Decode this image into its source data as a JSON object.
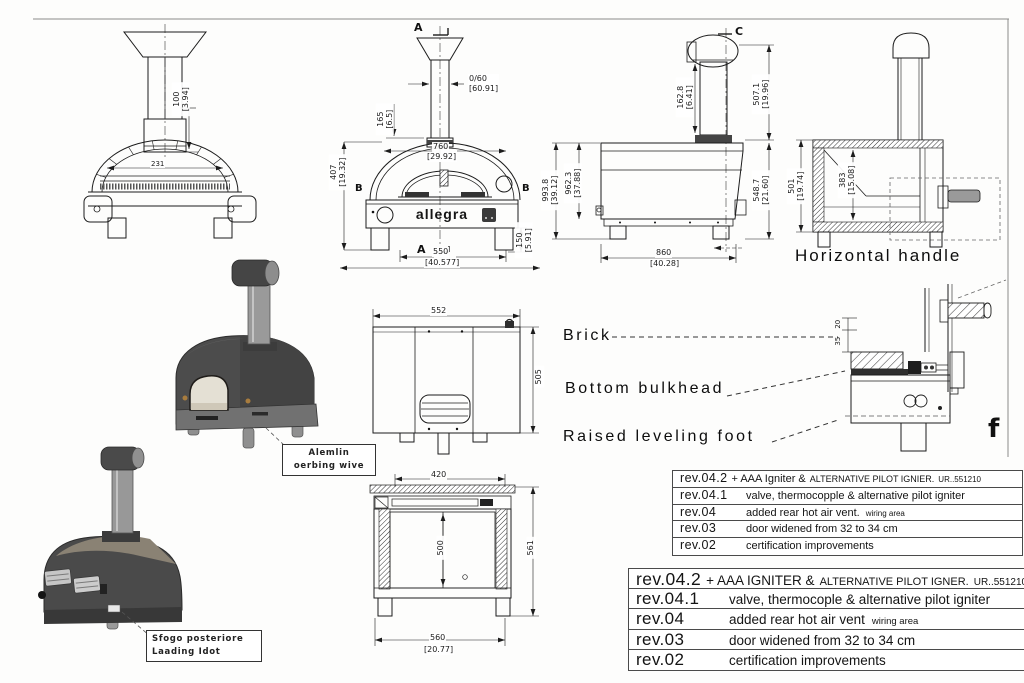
{
  "sheet": {
    "brand": "allegra",
    "markers": {
      "a_top": "A",
      "a_bottom": "A",
      "b_left": "B",
      "b_right": "B",
      "c_top": "C",
      "f_detail": "f"
    },
    "colors": {
      "line": "#1c1c1c",
      "render_body": "#4a4a4a",
      "render_pipe": "#9a9a9a",
      "render_top_band": "#8a8274",
      "render_interior": "#e4e0d4",
      "brass_dot": "#a87c3e"
    }
  },
  "views": {
    "front_section": {
      "dim_chimney": "100",
      "dim_chimney_in": "[3.94]",
      "dim_inner": "231"
    },
    "front": {
      "dim_flue": "0/60",
      "dim_flue_in": "[60.91]",
      "dim_cap": "165",
      "dim_cap_in": "[6.5]",
      "dim_dome": "760",
      "dim_dome_in": "[29.92]",
      "dim_height": "407",
      "dim_height_in": "[19.32]",
      "dim_base": "550",
      "dim_base_in": "[40.577]",
      "dim_foot": "150",
      "dim_foot_in": "[5.91]"
    },
    "side": {
      "dim_chimney": "162.8",
      "dim_chimney_in": "[6.41]",
      "dim_right_top": "507.1",
      "dim_right_top_in": "[19.96]",
      "dim_left_outer": "993.8",
      "dim_left_outer_in": "[39.12]",
      "dim_left_inner": "962.3",
      "dim_left_inner_in": "[37.88]",
      "dim_right_low": "548.7",
      "dim_right_low_in": "[21.60]",
      "dim_depth": "860",
      "dim_depth_in": "[40.28]"
    },
    "handle_section": {
      "label": "Horizontal handle",
      "dim_left": "501",
      "dim_left_in": "[19.74]",
      "dim_inner": "383",
      "dim_inner_in": "[15.08]"
    },
    "rear": {
      "dim_width": "552",
      "dim_height": "505"
    },
    "base_section": {
      "dim_top": "420",
      "dim_mid": "500",
      "dim_right": "561",
      "dim_bottom": "560",
      "dim_bottom_in": "[20.77]"
    },
    "detail": {
      "callout_brick": "Brick",
      "callout_bulkhead": "Bottom bulkhead",
      "callout_foot": "Raised leveling foot",
      "dim_a": "20",
      "dim_b": "35"
    },
    "render_front": {
      "label_line1": "Alemlin",
      "label_line2": "oerbing wive"
    },
    "render_rear": {
      "label_line1": "Sfogo posteriore",
      "label_line2": "Laading Idot"
    }
  },
  "tables": {
    "small": {
      "rows": [
        {
          "rev": "rev.04.2",
          "d1": "+ AAA Igniter &",
          "d2": "ALTERNATIVE PILOT IGNIER.",
          "d3": "UR..551210"
        },
        {
          "rev": "rev.04.1",
          "d1": "valve, thermocopple & alternative pilot igniter"
        },
        {
          "rev": "rev.04",
          "d1": "added rear hot air vent.",
          "d2": "wiring area"
        },
        {
          "rev": "rev.03",
          "d1": "door widened from 32 to 34 cm"
        },
        {
          "rev": "rev.02",
          "d1": "certification improvements"
        }
      ]
    },
    "large": {
      "rows": [
        {
          "rev": "rev.04.2",
          "d1": "+ AAA IGNITER &",
          "d2": "ALTERNATIVE PILOT IGNER.",
          "d3": "UR..551210"
        },
        {
          "rev": "rev.04.1",
          "d1": "valve, thermocople & alternative pilot igniter"
        },
        {
          "rev": "rev.04",
          "d1": "added rear hot air vent",
          "d2": "wiring area"
        },
        {
          "rev": "rev.03",
          "d1": "door widened from 32 to 34 cm"
        },
        {
          "rev": "rev.02",
          "d1": "certification improvements"
        }
      ]
    }
  }
}
